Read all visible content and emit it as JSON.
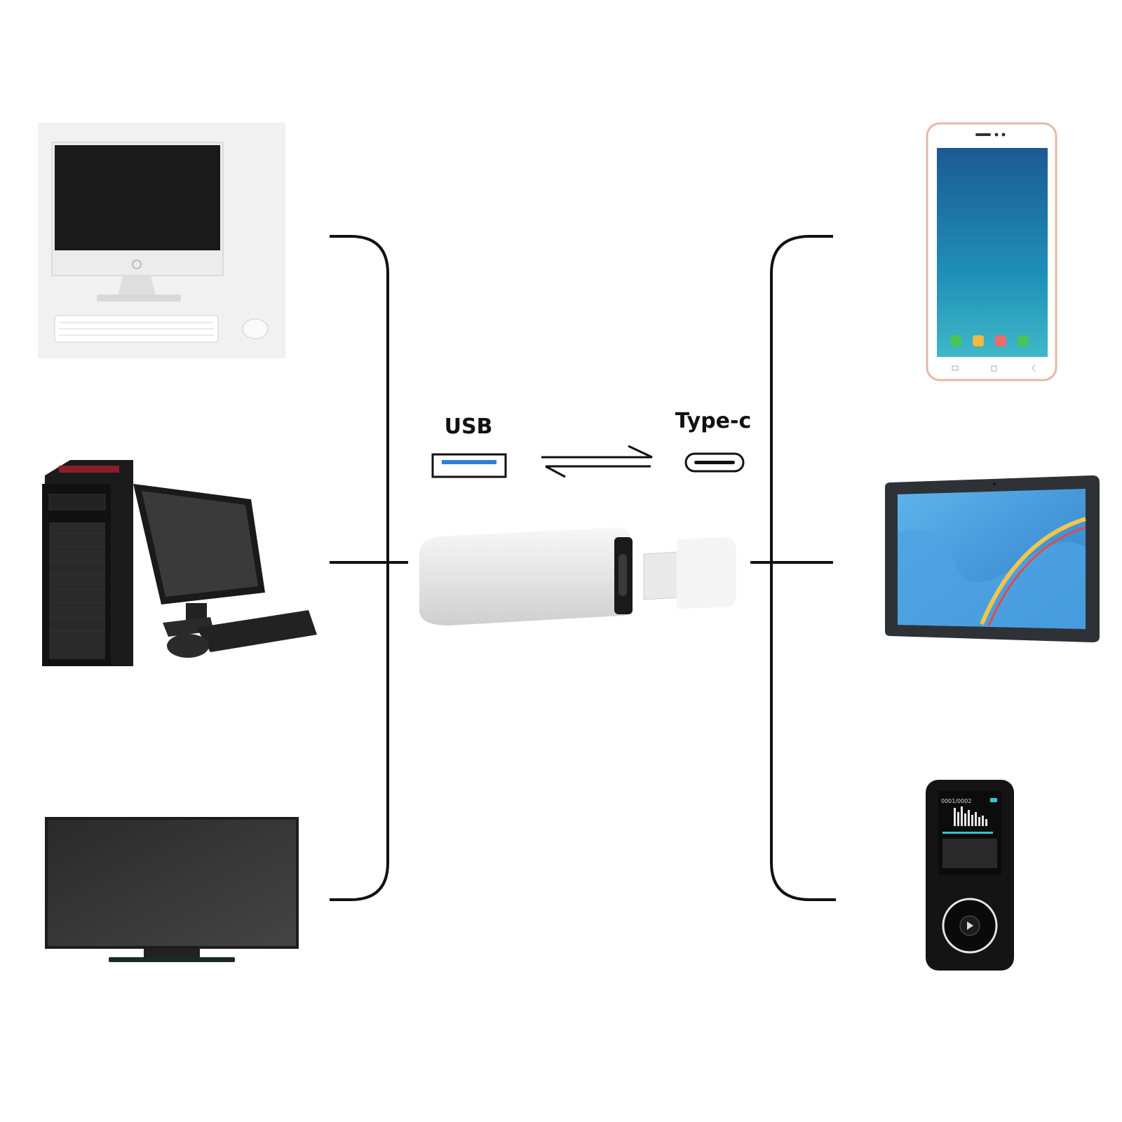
{
  "labels": {
    "usb": "USB",
    "typec": "Type-c"
  },
  "accent": {
    "usb_port_blue": "#2f7fd8",
    "line": "#111111"
  },
  "devices": {
    "left": [
      "desktop-all-in-one",
      "tower-pc-with-monitor",
      "flat-tv"
    ],
    "right": [
      "smartphone",
      "tablet",
      "mp3-player"
    ]
  },
  "mp3_display": {
    "track_counter": "0001/0002"
  }
}
